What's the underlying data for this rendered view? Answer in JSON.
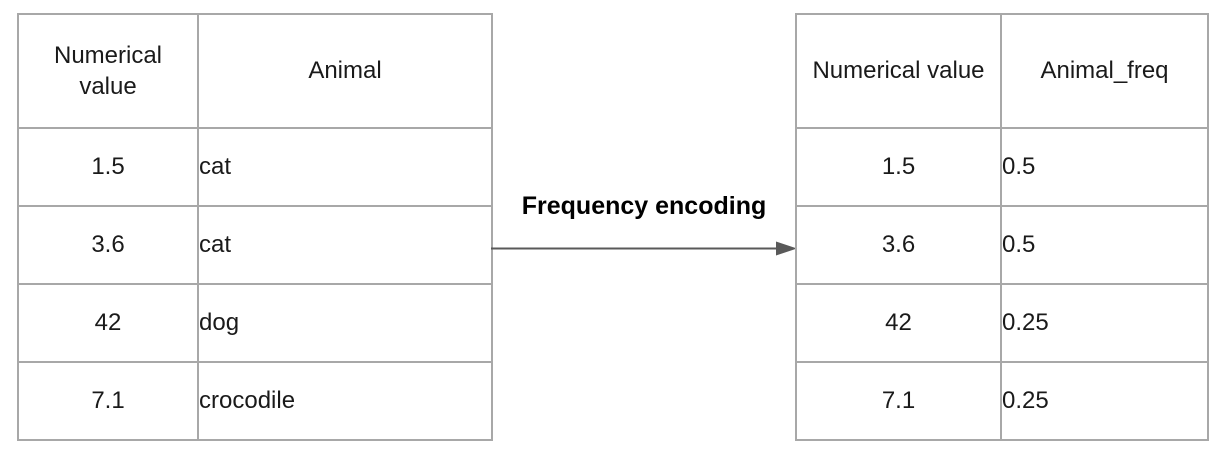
{
  "diagram": {
    "transform_label": "Frequency encoding"
  },
  "left_table": {
    "headers": [
      "Numerical value",
      "Animal"
    ],
    "rows": [
      [
        "1.5",
        "cat"
      ],
      [
        "3.6",
        "cat"
      ],
      [
        "42",
        "dog"
      ],
      [
        "7.1",
        "crocodile"
      ]
    ]
  },
  "right_table": {
    "headers": [
      "Numerical value",
      "Animal_freq"
    ],
    "rows": [
      [
        "1.5",
        "0.5"
      ],
      [
        "3.6",
        "0.5"
      ],
      [
        "42",
        "0.25"
      ],
      [
        "7.1",
        "0.25"
      ]
    ]
  },
  "colors": {
    "background": "#ffffff",
    "table_border": "#a8a8a8",
    "text": "#1a1a1a",
    "arrow": "#595959"
  }
}
